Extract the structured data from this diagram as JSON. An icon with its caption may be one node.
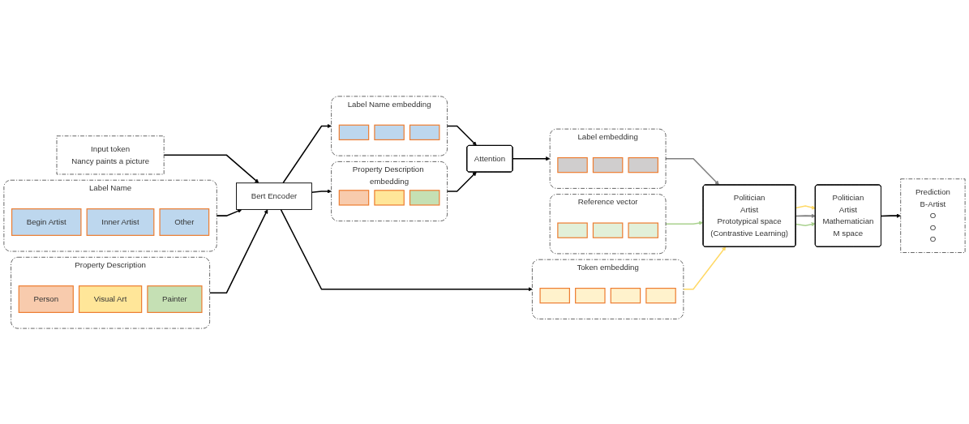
{
  "diagram": {
    "nodes": [
      {
        "text": [
          "Label Name"
        ]
      },
      {
        "text": [
          "Begin Artist"
        ],
        "in": 0
      },
      {
        "text": [
          "Inner Artist"
        ],
        "in": 0
      },
      {
        "text": [
          "Other"
        ],
        "in": 0
      },
      {
        "text": [
          "Property Description"
        ]
      },
      {
        "text": [
          "Person"
        ],
        "in": 4
      },
      {
        "text": [
          "Visual Art"
        ],
        "in": 4
      },
      {
        "text": [
          "Painter"
        ],
        "in": 4
      },
      {
        "text": [
          "Input token",
          "Nancy paints a picture"
        ]
      },
      {
        "text": [
          "Bert Encoder"
        ]
      },
      {
        "text": [
          "Label Name embedding"
        ]
      },
      {
        "text": [],
        "shape": "bar",
        "in": 10
      },
      {
        "text": [],
        "shape": "bar",
        "in": 10
      },
      {
        "text": [],
        "shape": "bar",
        "in": 10
      },
      {
        "text": [
          "Property Description embedding"
        ]
      },
      {
        "text": [],
        "shape": "bar",
        "in": 14
      },
      {
        "text": [],
        "shape": "bar",
        "in": 14
      },
      {
        "text": [],
        "shape": "bar",
        "in": 14
      },
      {
        "text": [
          "Token embedding"
        ]
      },
      {
        "text": [],
        "shape": "bar",
        "in": 18
      },
      {
        "text": [],
        "shape": "bar",
        "in": 18
      },
      {
        "text": [],
        "shape": "bar",
        "in": 18
      },
      {
        "text": [],
        "shape": "bar",
        "in": 18
      },
      {
        "text": [
          "Attention"
        ]
      },
      {
        "text": [
          "Label embedding"
        ]
      },
      {
        "text": [],
        "shape": "bar",
        "in": 24
      },
      {
        "text": [],
        "shape": "bar",
        "in": 24
      },
      {
        "text": [],
        "shape": "bar",
        "in": 24
      },
      {
        "text": [
          "Reference vector"
        ]
      },
      {
        "text": [],
        "shape": "bar",
        "in": 28
      },
      {
        "text": [],
        "shape": "bar",
        "in": 28
      },
      {
        "text": [],
        "shape": "bar",
        "in": 28
      },
      {
        "text": [
          "Politician",
          "Artist",
          "Prototypical space",
          "(Contrastive Learning)"
        ]
      },
      {
        "text": [
          "Politician",
          "Artist",
          "Mathematician",
          "M space"
        ]
      },
      {
        "text": [
          "Prediction",
          "B-Artist",
          "O",
          "O",
          "O"
        ]
      }
    ],
    "edges": [
      {
        "from": 0,
        "to": 9,
        "arrow": "to"
      },
      {
        "from": 4,
        "to": 9,
        "arrow": "to"
      },
      {
        "from": 8,
        "to": 9,
        "arrow": "to"
      },
      {
        "from": 9,
        "to": 10,
        "arrow": "to"
      },
      {
        "from": 9,
        "to": 14,
        "arrow": "to"
      },
      {
        "from": 9,
        "to": 18,
        "arrow": "to"
      },
      {
        "from": 10,
        "to": 23,
        "arrow": "to"
      },
      {
        "from": 14,
        "to": 23,
        "arrow": "to"
      },
      {
        "from": 23,
        "to": 24,
        "arrow": "to"
      },
      {
        "from": 24,
        "to": 32,
        "arrow": "to",
        "color": "#7f7f7f"
      },
      {
        "from": 28,
        "to": 32,
        "arrow": "to",
        "color": "#a9d18e"
      },
      {
        "from": 18,
        "to": 32,
        "arrow": "to",
        "color": "#ffd966"
      },
      {
        "from": 32,
        "to": 33,
        "arrow": "to",
        "color": "#ffd966"
      },
      {
        "from": 32,
        "to": 33,
        "arrow": "to",
        "color": "#7f7f7f"
      },
      {
        "from": 32,
        "to": 33,
        "arrow": "to",
        "color": "#a9d18e"
      },
      {
        "from": 33,
        "to": 34,
        "arrow": "to"
      }
    ]
  }
}
